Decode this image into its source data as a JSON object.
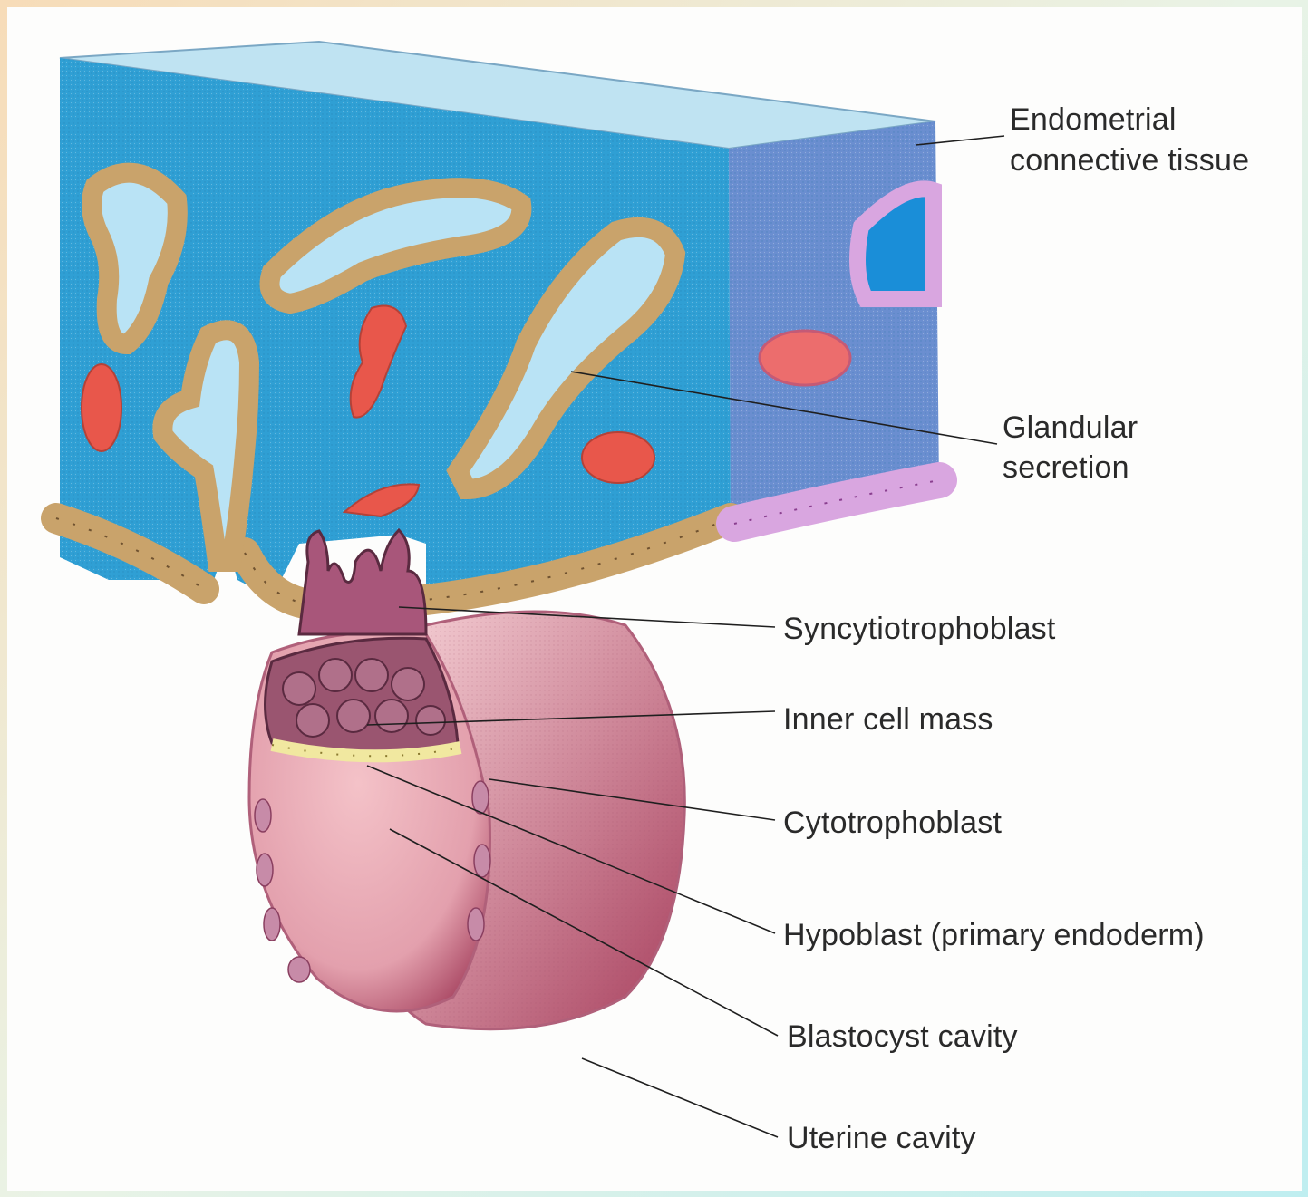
{
  "labels": {
    "endometrial_line1": "Endometrial",
    "endometrial_line2": "connective tissue",
    "glandular_line1": "Glandular",
    "glandular_line2": "secretion",
    "syncytiotrophoblast": "Syncytiotrophoblast",
    "inner_cell_mass": "Inner cell mass",
    "cytotrophoblast": "Cytotrophoblast",
    "hypoblast": "Hypoblast (primary endoderm)",
    "blastocyst_cavity": "Blastocyst cavity",
    "uterine_cavity": "Uterine cavity"
  },
  "colors": {
    "connective_tissue_front": "#2f9fd4",
    "connective_tissue_side": "#6a8ed0",
    "connective_tissue_top": "#bfe3f2",
    "epithelium": "#c9a36b",
    "secretion": "#b9e3f5",
    "blood_vessel": "#e8574b",
    "blastocyst": "#e7a6b0",
    "embryoblast": "#9a5570",
    "hypoblast": "#f1e8a0"
  }
}
